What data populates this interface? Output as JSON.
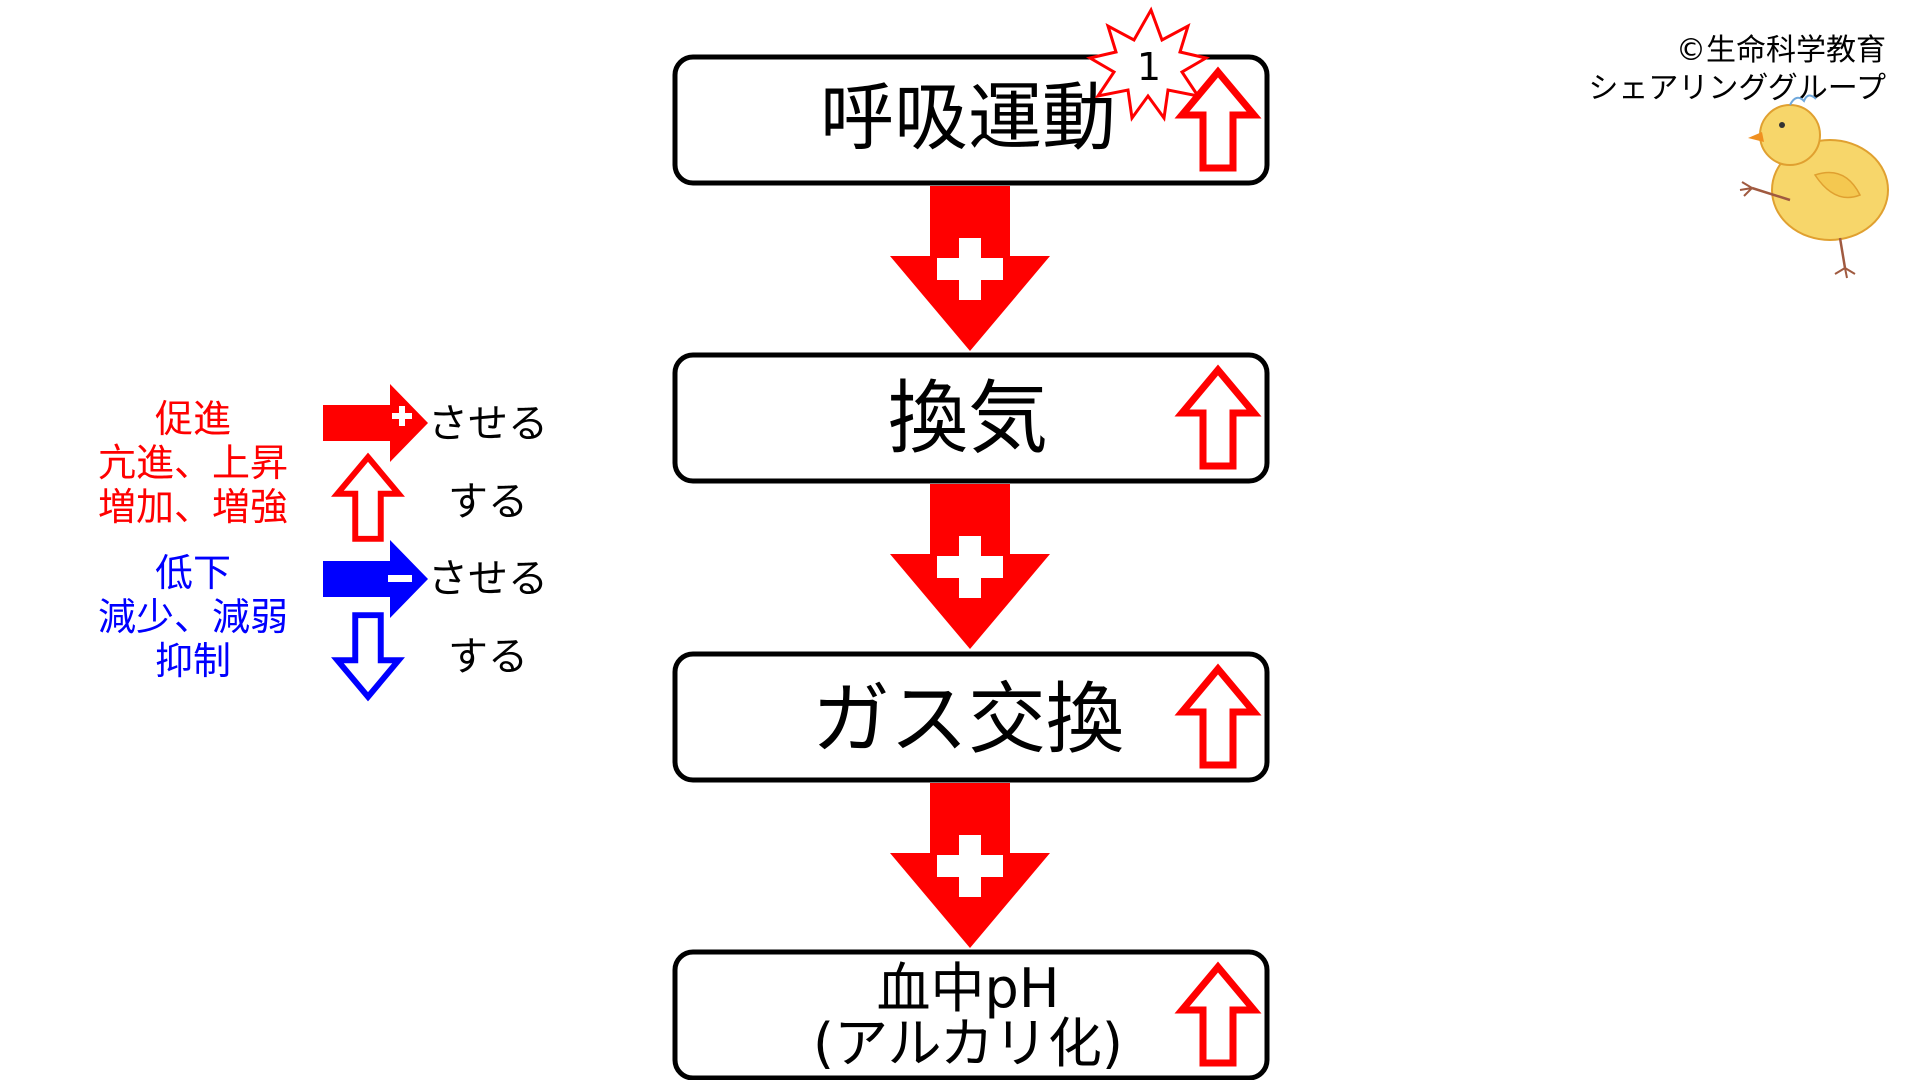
{
  "copyright": {
    "line1": "©生命科学教育",
    "line2": "シェアリンググループ"
  },
  "badge": {
    "number": "1"
  },
  "flow": {
    "boxes": [
      {
        "label": "呼吸運動",
        "indicator": "up"
      },
      {
        "label": "換気",
        "indicator": "up"
      },
      {
        "label": "ガス交換",
        "indicator": "up"
      },
      {
        "label_line1": "血中pH",
        "label_line2": "(アルカリ化)",
        "indicator": "up"
      }
    ],
    "connectors": [
      {
        "sign": "+"
      },
      {
        "sign": "+"
      },
      {
        "sign": "+"
      }
    ]
  },
  "legend": {
    "promote": {
      "line1": "促進",
      "line2": "亢進、上昇",
      "line3": "増加、増強",
      "color": "#ff0000",
      "arrow_suffix": "させる",
      "updown_suffix": "する"
    },
    "inhibit": {
      "line1": "低下",
      "line2": "減少、減弱",
      "line3": "抑制",
      "color": "#0000ff",
      "arrow_suffix": "させる",
      "updown_suffix": "する"
    }
  },
  "colors": {
    "accent_red": "#ff0000",
    "accent_blue": "#0000ff",
    "box_border": "#000000",
    "chick_body": "#f7d66a",
    "chick_outline": "#e0a030"
  },
  "icons": {
    "up_arrow": "up-outline-arrow-icon",
    "down_arrow": "down-outline-arrow-icon",
    "plus_arrow": "plus-arrow-icon",
    "minus_arrow": "minus-arrow-icon",
    "star_badge": "star-badge-icon",
    "chick": "chick-illustration"
  }
}
